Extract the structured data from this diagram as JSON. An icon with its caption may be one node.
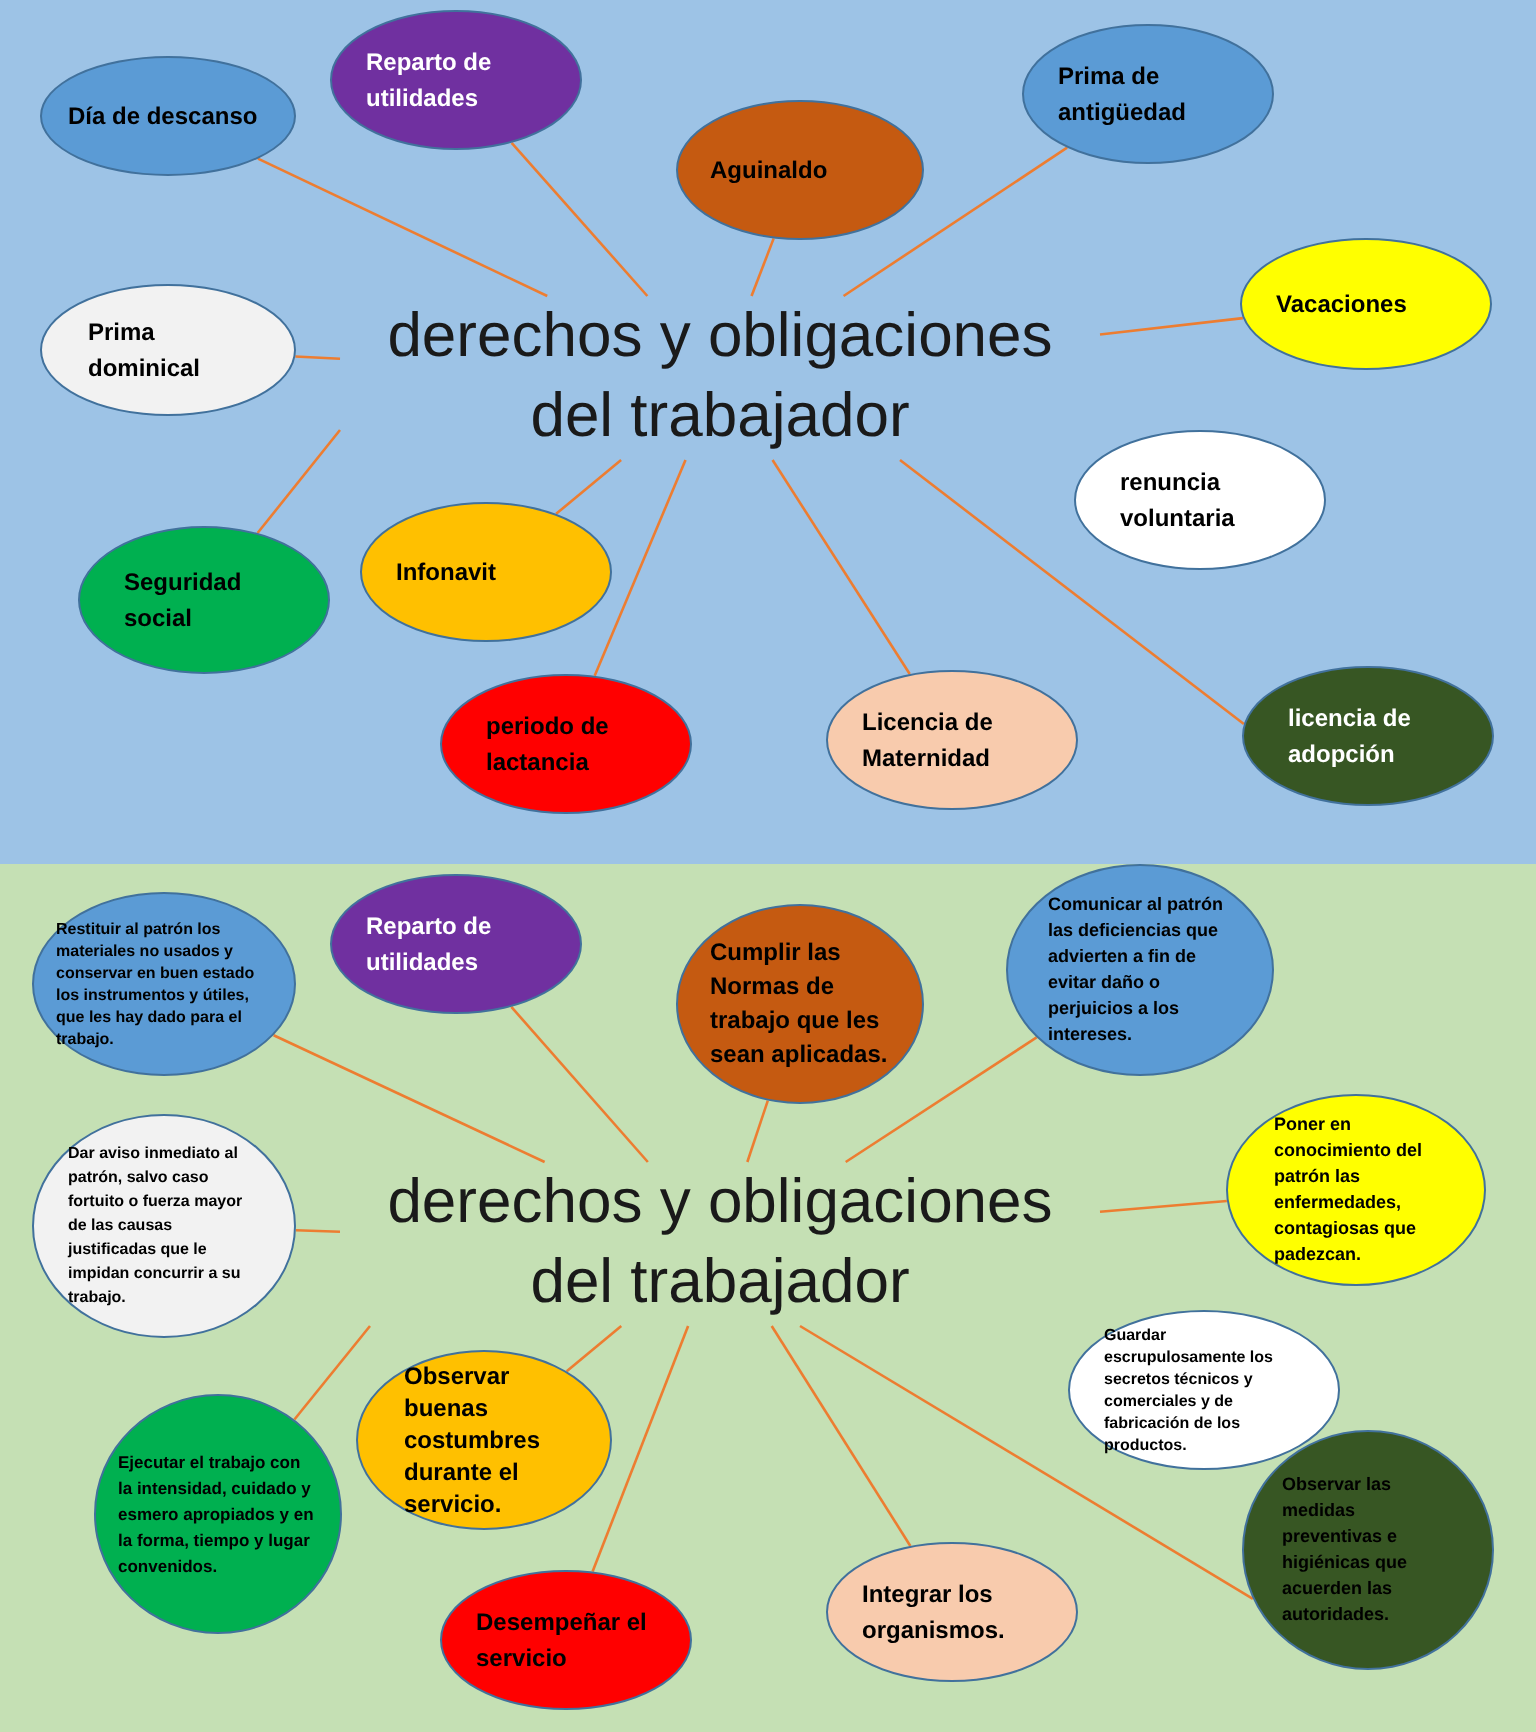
{
  "diagram": {
    "nodes": [
      {
        "text": [
          "derechos y obligaciones del trabajador"
        ]
      },
      {
        "text": [
          "Día de descanso"
        ]
      },
      {
        "text": [
          "Reparto de utilidades"
        ]
      },
      {
        "text": [
          "Aguinaldo"
        ]
      },
      {
        "text": [
          "Prima de antigüedad"
        ]
      },
      {
        "text": [
          "Vacaciones"
        ]
      },
      {
        "text": [
          "Prima dominical"
        ]
      },
      {
        "text": [
          "renuncia voluntaria"
        ]
      },
      {
        "text": [
          "Seguridad social"
        ]
      },
      {
        "text": [
          "Infonavit"
        ]
      },
      {
        "text": [
          "periodo de lactancia"
        ]
      },
      {
        "text": [
          "Licencia de Maternidad"
        ]
      },
      {
        "text": [
          "licencia de adopción"
        ]
      },
      {
        "text": [
          "derechos y obligaciones del trabajador"
        ]
      },
      {
        "text": [
          "Restituir al patrón los materiales no usados y conservar en buen estado los instrumentos y útiles, que les hay dado para el trabajo."
        ]
      },
      {
        "text": [
          "Reparto de utilidades"
        ]
      },
      {
        "text": [
          "Cumplir las Normas de trabajo que les sean aplicadas."
        ]
      },
      {
        "text": [
          "Comunicar al patrón las deficiencias que advierten a fin de evitar daño o perjuicios a los intereses."
        ]
      },
      {
        "text": [
          "Poner en conocimiento del patrón las enfermedades, contagiosas que padezcan."
        ]
      },
      {
        "text": [
          "Dar aviso inmediato al patrón, salvo caso fortuito o fuerza mayor de las causas justificadas que le impidan concurrir a su trabajo."
        ]
      },
      {
        "text": [
          "Guardar escrupulosamente los secretos técnicos y comerciales y de fabricación de los productos."
        ]
      },
      {
        "text": [
          "Ejecutar el trabajo con la intensidad, cuidado y esmero apropiados y en la forma, tiempo y lugar convenidos."
        ]
      },
      {
        "text": [
          "Observar buenas costumbres durante el servicio."
        ]
      },
      {
        "text": [
          "Desempeñar el servicio"
        ]
      },
      {
        "text": [
          "Integrar los organismos."
        ]
      },
      {
        "text": [
          "Observar las medidas preventivas e higiénicas que acuerden las autoridades."
        ]
      }
    ],
    "edges": [
      {
        "from": 0,
        "to": 1,
        "arrow": "none"
      },
      {
        "from": 0,
        "to": 2,
        "arrow": "none"
      },
      {
        "from": 0,
        "to": 3,
        "arrow": "none"
      },
      {
        "from": 0,
        "to": 4,
        "arrow": "none"
      },
      {
        "from": 0,
        "to": 5,
        "arrow": "none"
      },
      {
        "from": 0,
        "to": 6,
        "arrow": "none"
      },
      {
        "from": 0,
        "to": 8,
        "arrow": "none"
      },
      {
        "from": 0,
        "to": 9,
        "arrow": "none"
      },
      {
        "from": 0,
        "to": 10,
        "arrow": "none"
      },
      {
        "from": 0,
        "to": 11,
        "arrow": "none"
      },
      {
        "from": 0,
        "to": 12,
        "arrow": "none"
      },
      {
        "from": 13,
        "to": 14,
        "arrow": "none"
      },
      {
        "from": 13,
        "to": 15,
        "arrow": "none"
      },
      {
        "from": 13,
        "to": 16,
        "arrow": "none"
      },
      {
        "from": 13,
        "to": 17,
        "arrow": "none"
      },
      {
        "from": 13,
        "to": 18,
        "arrow": "none"
      },
      {
        "from": 13,
        "to": 19,
        "arrow": "none"
      },
      {
        "from": 13,
        "to": 21,
        "arrow": "none"
      },
      {
        "from": 13,
        "to": 22,
        "arrow": "none"
      },
      {
        "from": 13,
        "to": 23,
        "arrow": "none"
      },
      {
        "from": 13,
        "to": 24,
        "arrow": "none"
      },
      {
        "from": 13,
        "to": 25,
        "arrow": "none"
      }
    ]
  }
}
